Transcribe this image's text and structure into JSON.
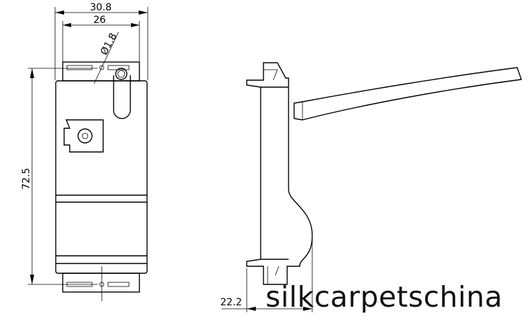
{
  "front_view": {
    "dim_overall_width": "30.8",
    "dim_inner_width": "26",
    "dim_hole_diameter": "Ø1.8",
    "dim_height": "72.5"
  },
  "side_view": {
    "dim_depth": "22.2"
  },
  "watermark": "silkcarpetschina"
}
